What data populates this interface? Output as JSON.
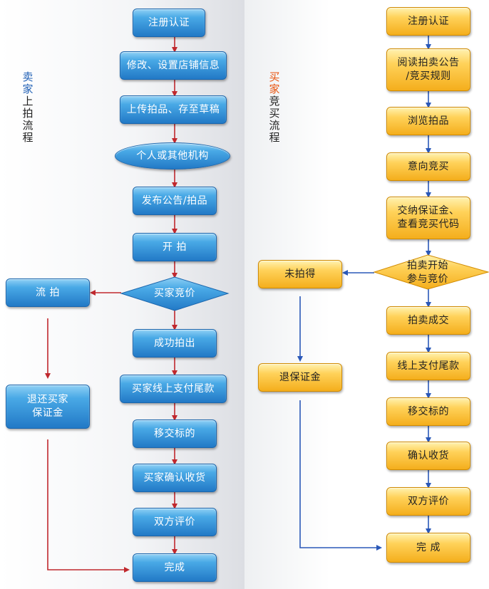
{
  "seller": {
    "title": [
      "卖家",
      "上拍流程"
    ],
    "steps": [
      "注册认证",
      "修改、设置店铺信息",
      "上传拍品、存至草稿",
      "个人或其他机构",
      "发布公告/拍品",
      "开  拍",
      "买家竞价",
      "成功拍出",
      "买家线上支付尾款",
      "移交标的",
      "买家确认收货",
      "双方评价",
      "完成"
    ],
    "side_steps": [
      "流  拍",
      "退还买家\n保证金"
    ]
  },
  "buyer": {
    "title": [
      "买家",
      "竞买流程"
    ],
    "steps": [
      "注册认证",
      "阅读拍卖公告\n/竞买规则",
      "浏览拍品",
      "意向竞买",
      "交纳保证金、\n查看竞买代码",
      "拍卖开始\n参与竞价",
      "拍卖成交",
      "线上支付尾款",
      "移交标的",
      "确认收货",
      "双方评价",
      "完  成"
    ],
    "side_steps": [
      "未拍得",
      "退保证金"
    ]
  },
  "colors": {
    "seller_accent": "#1f5fb5",
    "buyer_accent": "#e8530e",
    "seller_arrow": "#c0282d",
    "buyer_arrow": "#2a58b8",
    "blue_box": "#2a86d3",
    "orange_box": "#f6b52a"
  }
}
